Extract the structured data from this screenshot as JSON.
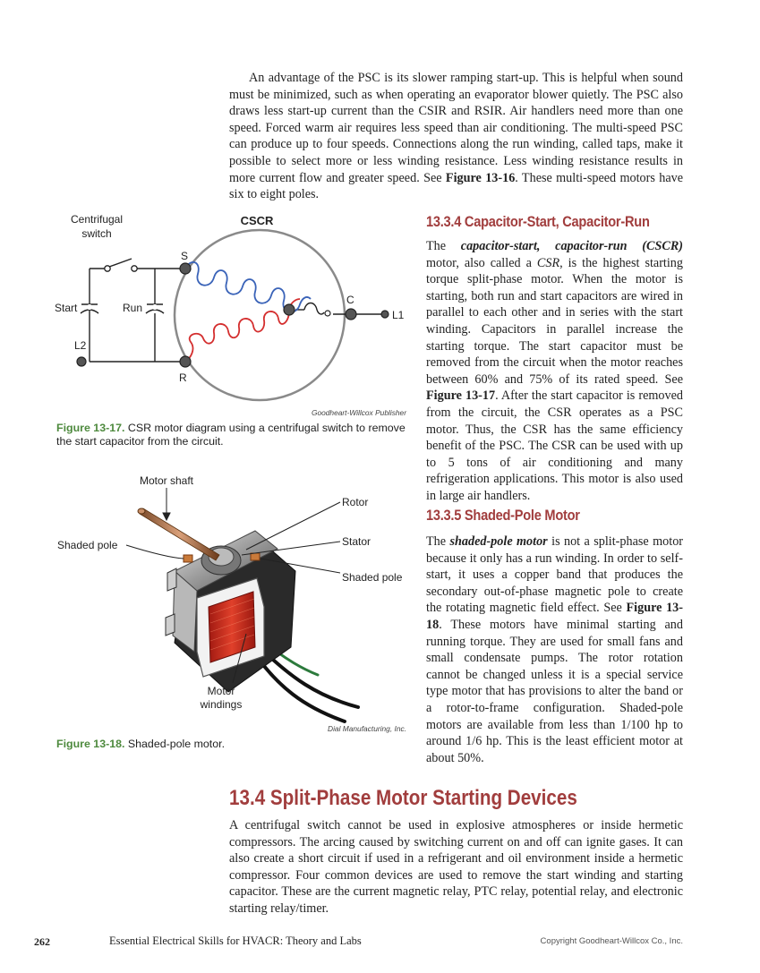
{
  "intro": {
    "p1": "An advantage of the PSC is its slower ramping start-up. This is helpful when sound must be minimized, such as when operating an evaporator blower quietly. The PSC also draws less start-up current than the CSIR and RSIR. Air handlers need more than one speed. Forced warm air requires less speed than air conditioning. The multi-speed PSC can produce up to four speeds. Connections along the run winding, called taps, make it possible to select more or less winding resistance. Less winding resistance results in more current flow and greater speed. See ",
    "ref": "Figure 13-16",
    "p2": ". These multi-speed motors have six to eight poles."
  },
  "figure17": {
    "diagram_title": "CSCR",
    "labels": {
      "centrifugal_switch_line1": "Centrifugal",
      "centrifugal_switch_line2": "switch",
      "start": "Start",
      "run": "Run",
      "l2": "L2",
      "l1": "L1",
      "s": "S",
      "r": "R",
      "c": "C"
    },
    "colors": {
      "start_winding": "#3a63b8",
      "run_winding": "#d42f2f",
      "circle": "#8a8a8a"
    },
    "credit": "Goodheart-Willcox Publisher",
    "caption_label": "Figure 13-17.",
    "caption_text": " CSR motor diagram using a centrifugal switch to remove the start capacitor from the circuit."
  },
  "figure18": {
    "labels": {
      "motor_shaft": "Motor shaft",
      "rotor": "Rotor",
      "stator": "Stator",
      "shaded_pole_left": "Shaded pole",
      "shaded_pole_right": "Shaded pole",
      "motor_windings_line1": "Motor",
      "motor_windings_line2": "windings"
    },
    "credit": "Dial Manufacturing, Inc.",
    "caption_label": "Figure 13-18.",
    "caption_text": " Shaded-pole motor."
  },
  "section_1334": {
    "heading": "13.3.4 Capacitor-Start, Capacitor-Run",
    "t1": "The ",
    "term": "capacitor-start, capacitor-run (CSCR)",
    "t2": " motor, also called a ",
    "csr": "CSR",
    "t3": ", is the highest starting torque split-phase motor. When the motor is starting, both run and start capacitors are wired in parallel to each other and in series with the start winding. Capacitors in parallel increase the starting torque. The start capacitor must be removed from the circuit when the motor reaches between 60% and 75% of its rated speed. See ",
    "ref": "Figure 13-17",
    "t4": ". After the start capacitor is removed from the circuit, the CSR operates as a PSC motor. Thus, the CSR has the same efficiency benefit of the PSC. The CSR can be used with up to 5 tons of air conditioning and many refrigeration applications. This motor is also used in large air handlers."
  },
  "section_1335": {
    "heading": "13.3.5 Shaded-Pole Motor",
    "t1": "The ",
    "term": "shaded-pole motor",
    "t2": " is not a split-phase motor because it only has a run winding. In order to self-start, it uses a copper band that produces the secondary out-of-phase magnetic pole to create the rotating magnetic field effect. See ",
    "ref": "Figure 13-18",
    "t3": ". These motors have minimal starting and running torque. They are used for small fans and small condensate pumps. The rotor rotation cannot be changed unless it is a special service type motor that has provisions to alter the band or a rotor-to-frame configuration. Shaded-pole motors are available from less than 1/100 hp to around 1/6 hp. This is the least efficient motor at about 50%."
  },
  "section_134": {
    "heading": "13.4 Split-Phase Motor Starting Devices",
    "text": "A centrifugal switch cannot be used in explosive atmospheres or inside hermetic compressors. The arcing caused by switching current on and off can ignite gases. It can also create a short circuit if used in a refrigerant and oil environment inside a hermetic compressor. Four common devices are used to remove the start winding and starting capacitor. These are the current magnetic relay, PTC relay, potential relay, and electronic starting relay/timer."
  },
  "footer": {
    "page_number": "262",
    "book_title": "Essential Electrical Skills for HVACR: Theory and Labs",
    "copyright": "Copyright Goodheart-Willcox Co., Inc."
  }
}
